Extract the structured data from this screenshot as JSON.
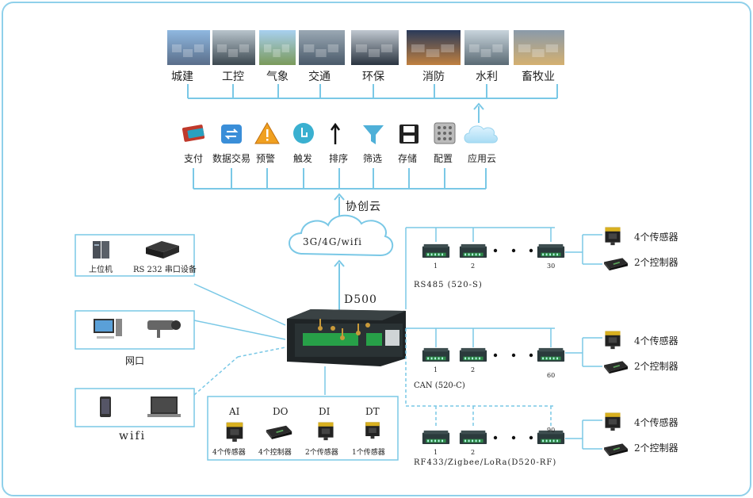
{
  "industries": [
    {
      "label": "城建",
      "icon": "surveyor-photo",
      "colors": [
        "#8fb8e0",
        "#5a6e8a"
      ]
    },
    {
      "label": "工控",
      "icon": "control-room-photo",
      "colors": [
        "#b8c4cc",
        "#3c4850"
      ]
    },
    {
      "label": "气象",
      "icon": "weather-station-photo",
      "colors": [
        "#a8d0f0",
        "#7a9a5a"
      ]
    },
    {
      "label": "交通",
      "icon": "highway-photo",
      "colors": [
        "#9aa8b4",
        "#4a5a6a"
      ]
    },
    {
      "label": "环保",
      "icon": "monitoring-wall-photo",
      "colors": [
        "#c0c8d0",
        "#2a3440"
      ]
    },
    {
      "label": "消防",
      "icon": "command-center-photo",
      "colors": [
        "#2a3a5a",
        "#c08040"
      ]
    },
    {
      "label": "水利",
      "icon": "server-room-photo",
      "colors": [
        "#c8d4dc",
        "#5a6a74"
      ]
    },
    {
      "label": "畜牧业",
      "icon": "livestock-barn-photo",
      "colors": [
        "#8a9aaa",
        "#d4b070"
      ]
    }
  ],
  "functions": [
    {
      "label": "支付",
      "icon": "card-payment-icon"
    },
    {
      "label": "数据交易",
      "icon": "data-exchange-icon"
    },
    {
      "label": "预警",
      "icon": "warning-triangle-icon"
    },
    {
      "label": "触发",
      "icon": "hand-pointer-icon"
    },
    {
      "label": "排序",
      "icon": "sort-az-icon"
    },
    {
      "label": "筛选",
      "icon": "funnel-icon"
    },
    {
      "label": "存储",
      "icon": "floppy-disk-icon"
    },
    {
      "label": "配置",
      "icon": "chip-grid-icon"
    },
    {
      "label": "应用云",
      "icon": "cloud-icon"
    }
  ],
  "cloud": {
    "platform": "协创云",
    "network": "3G/4G/wifi"
  },
  "gateway": {
    "label": "D500"
  },
  "left_groups": {
    "serial": {
      "items": [
        "上位机",
        "RS 232 串口设备"
      ]
    },
    "lan": {
      "caption": "网口"
    },
    "wifi": {
      "caption": "wifi"
    }
  },
  "io_box": {
    "headers": [
      "AI",
      "DO",
      "DI",
      "DT"
    ],
    "items": [
      "4个传感器",
      "4个控制器",
      "2个传感器",
      "1个传感器"
    ]
  },
  "buses": [
    {
      "label": "RS485 (520-S)",
      "nodes": [
        "1",
        "2",
        "30"
      ],
      "sensors": "4个传感器",
      "controllers": "2个控制器"
    },
    {
      "label": "CAN (520-C)",
      "nodes": [
        "1",
        "2",
        "60"
      ],
      "sensors": "4个传感器",
      "controllers": "2个控制器"
    },
    {
      "label": "RF433/Zigbee/LoRa(D520-RF)",
      "nodes": [
        "1",
        "2",
        "90"
      ],
      "sensors": "4个传感器",
      "controllers": "2个控制器"
    }
  ],
  "colors": {
    "line": "#7ac8e6",
    "frame": "#8fd0ea"
  }
}
